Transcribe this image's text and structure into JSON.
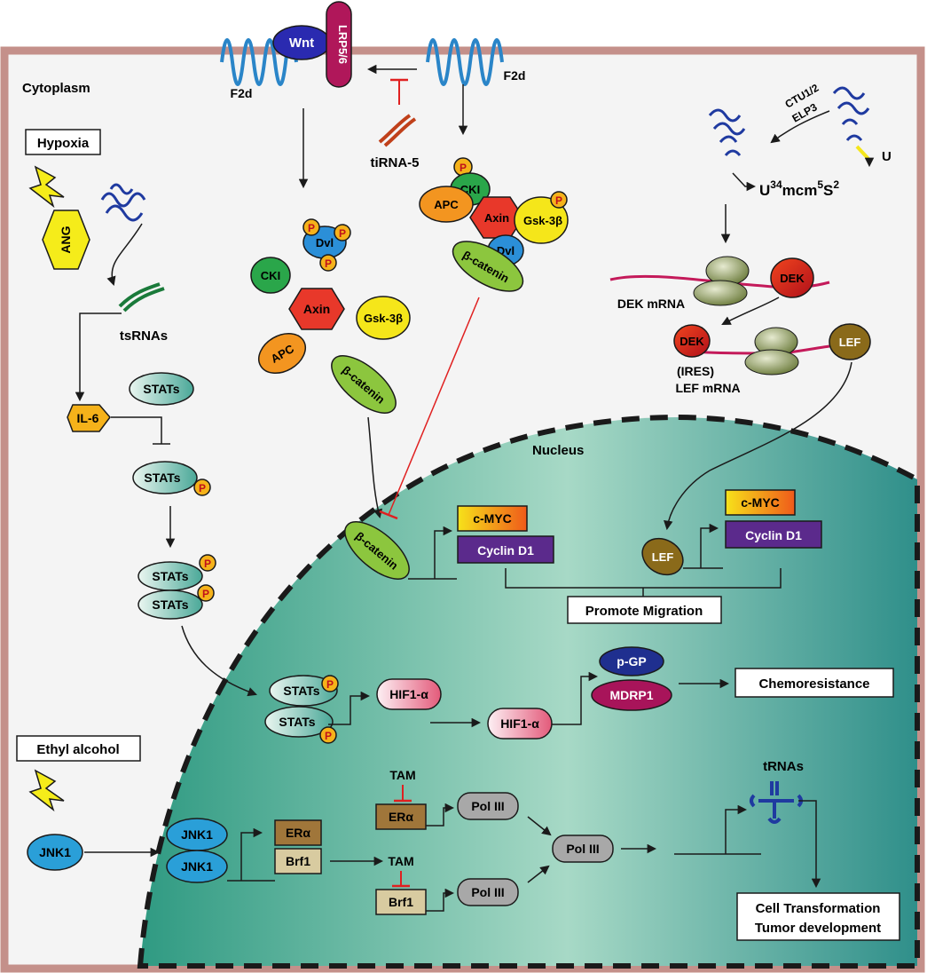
{
  "labels": {
    "cytoplasm": "Cytoplasm",
    "nucleus": "Nucleus",
    "hypoxia": "Hypoxia",
    "ethyl_alcohol": "Ethyl alcohol",
    "ang": "ANG",
    "tsrnas": "tsRNAs",
    "il6": "IL-6",
    "stats": "STATs",
    "p": "P",
    "wnt": "Wnt",
    "lrp": "LRP5/6",
    "f2d": "F2d",
    "tirna5": "tiRNA-5",
    "cki": "CKI",
    "dvl": "Dvl",
    "axin": "Axin",
    "gsk": "Gsk-3β",
    "apc": "APC",
    "bcat": "β-catenin",
    "ctu": "CTU1/2",
    "elp3": "ELP3",
    "u": "U",
    "u34_base": "U",
    "u34_sup1": "34",
    "u34_mid": "mcm",
    "u34_sup2": "5",
    "u34_s": "S",
    "u34_sup3": "2",
    "dek_mrna": "DEK mRNA",
    "dek": "DEK",
    "ires": "(IRES)",
    "lef_mrna": "LEF mRNA",
    "lef": "LEF",
    "cmyc": "c-MYC",
    "cyclin": "Cyclin  D1",
    "promote": "Promote Migration",
    "hif": "HIF1-α",
    "pgp": "p-GP",
    "mdrp1": "MDRP1",
    "chemo": "Chemoresistance",
    "jnk1": "JNK1",
    "era": "ERα",
    "brf1": "Brf1",
    "tam": "TAM",
    "pol3": "Pol III",
    "trnas": "tRNAs",
    "cell_transform": "Cell Transformation",
    "tumor": "Tumor development"
  },
  "colors": {
    "frame": "#c4908a",
    "cytoplasm_bg": "#f4f4f4",
    "nucleus_light": "#c5e6d6",
    "nucleus_dark": "#2f8f86",
    "stats_fill": "#5fb5a5",
    "phospho": "#f5b21a",
    "cki": "#2aa64a",
    "axin": "#e8382a",
    "dvl": "#2b8fd8",
    "apc": "#f39520",
    "gsk": "#f5e61a",
    "bcat": "#8cc63e",
    "jnk": "#2a9fd8",
    "purple": "#5b2a8c",
    "pgp": "#1f2f8f",
    "mdrp": "#a8145a",
    "pol": "#a8a8a8",
    "era": "#a0763a",
    "brf": "#d8cba0",
    "inhibit": "#e02020",
    "lef": "#8a6a1a",
    "receptor": "#2a85c8",
    "wnt": "#2a2ab0",
    "lrp": "#b0175a"
  }
}
